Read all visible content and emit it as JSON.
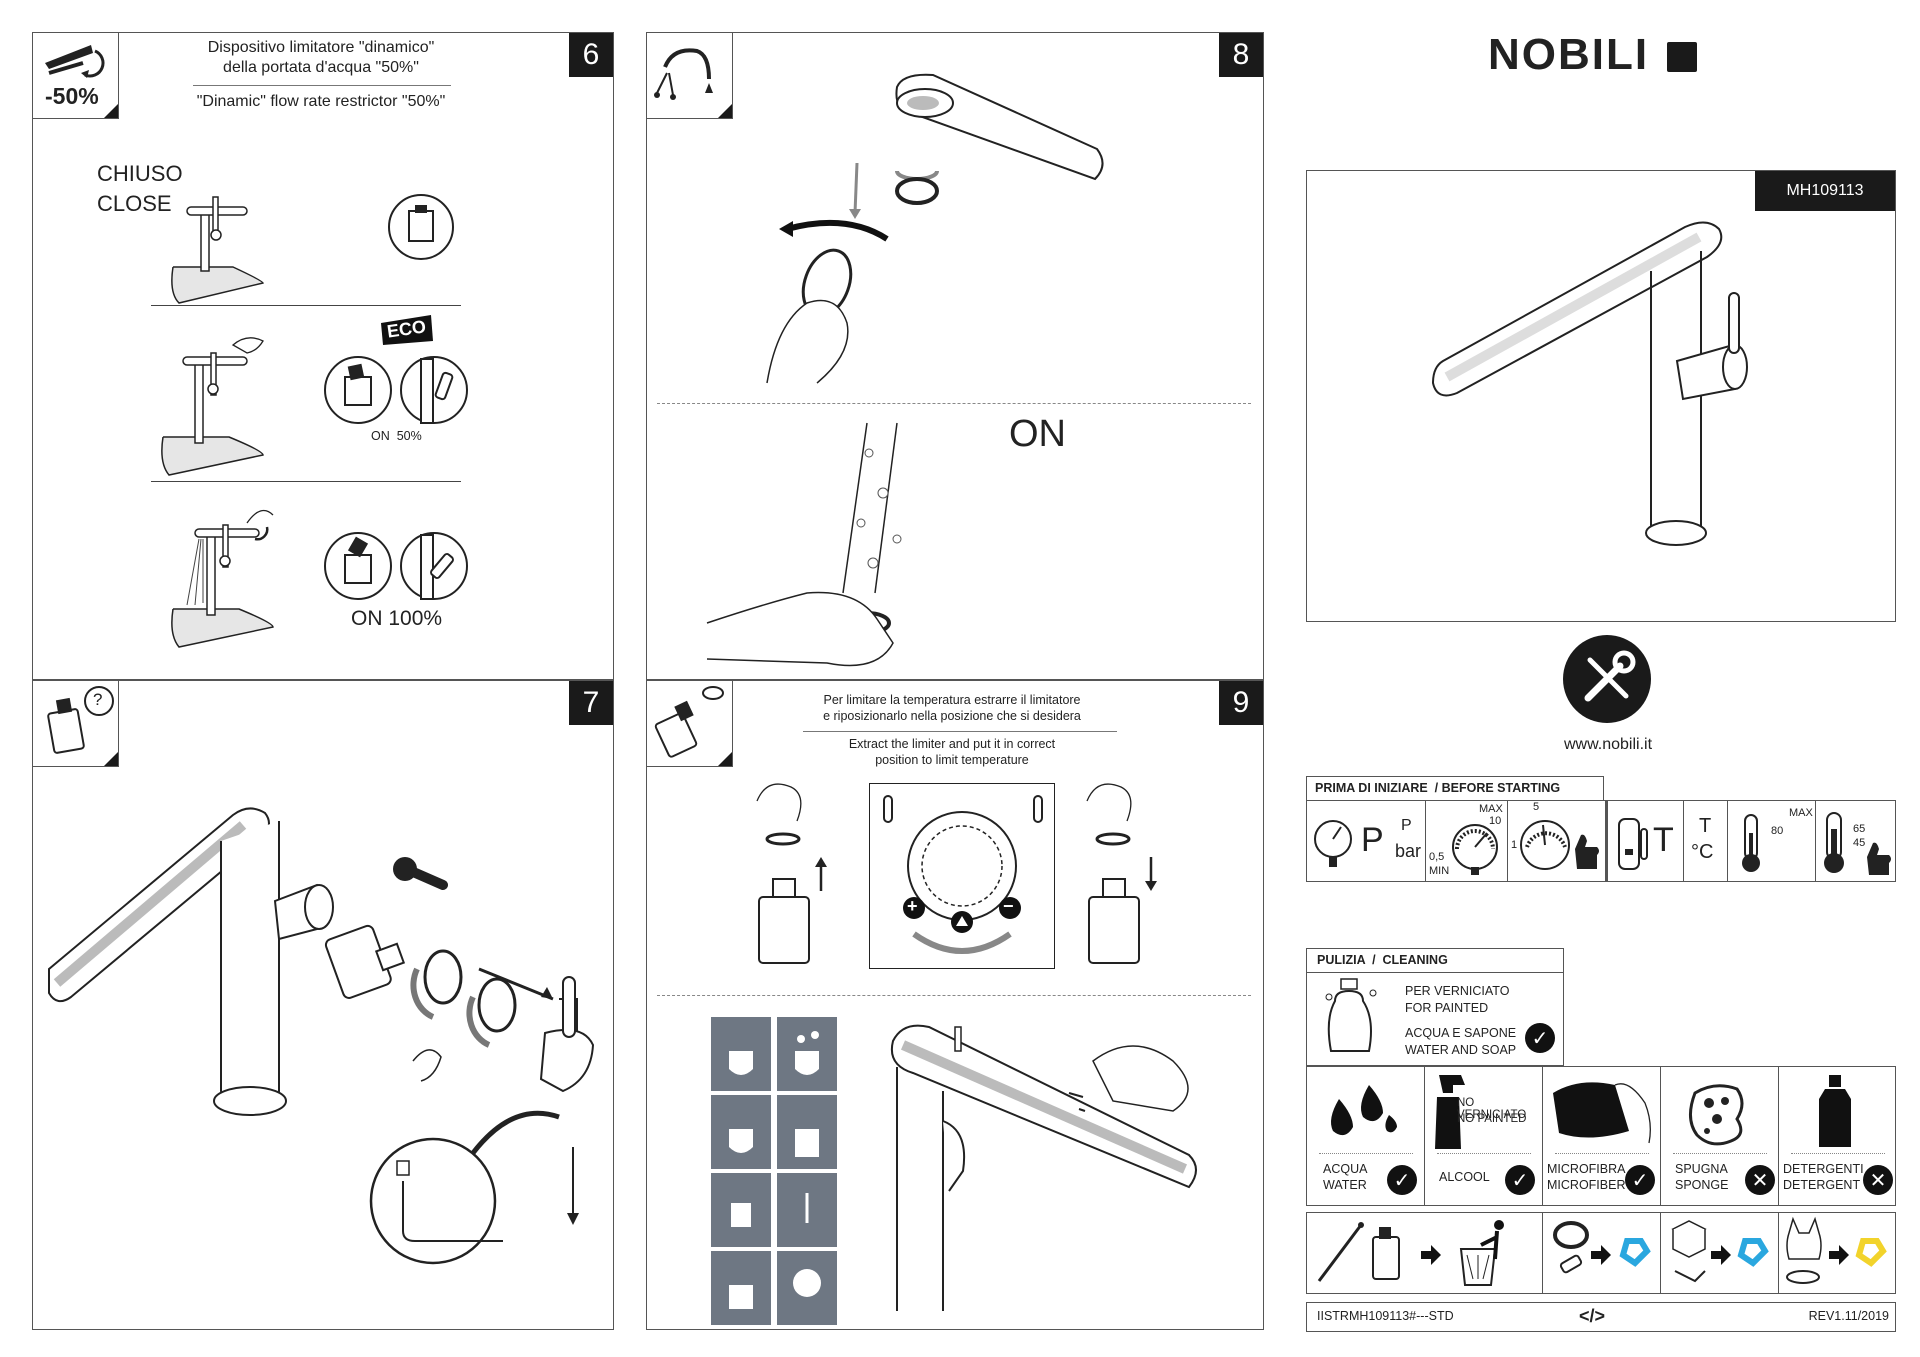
{
  "panel6": {
    "number": "6",
    "badge": "-50%",
    "title_it_1": "Dispositivo limitatore \"dinamico\"",
    "title_it_2": "della portata d'acqua \"50%\"",
    "title_en": "\"Dinamic\" flow rate restrictor \"50%\"",
    "closed_it": "CHIUSO",
    "closed_en": "CLOSE",
    "eco": "ECO",
    "on50": "ON  50%",
    "on100": "ON 100%"
  },
  "panel7": {
    "number": "7",
    "question": "?"
  },
  "panel8": {
    "number": "8",
    "on_label": "ON"
  },
  "panel9": {
    "number": "9",
    "it_1": "Per limitare la temperatura estrarre il limitatore",
    "it_2": "e riposizionarlo nella posizione che si desidera",
    "en_1": "Extract the limiter and put it in correct",
    "en_2": "position to limit temperature",
    "plus": "+",
    "minus": "−"
  },
  "brand": {
    "logo": "NOBILI",
    "model": "MH109113",
    "website": "www.nobili.it"
  },
  "before_starting": {
    "title": "PRIMA DI INIZIARE  / BEFORE STARTING",
    "p": "P",
    "p_unit_top": "P",
    "p_unit": "bar",
    "gauge1_max": "MAX",
    "gauge1_max_val": "10",
    "gauge1_min_val": "0,5",
    "gauge1_min": "MIN",
    "gauge2_top": "5",
    "gauge2_left": "1",
    "t": "T",
    "t_unit_top": "T",
    "t_unit": "°C",
    "thermo_max": "MAX",
    "thermo_max_val": "80",
    "thermo_a": "65",
    "thermo_b": "45"
  },
  "cleaning": {
    "title": "PULIZIA  /  CLEANING",
    "painted_it": "PER VERNICIATO",
    "painted_en": "FOR PAINTED",
    "soap_it": "ACQUA E SAPONE",
    "soap_en": "WATER AND SOAP",
    "items": [
      {
        "it": "ACQUA",
        "en": "WATER",
        "ok": true
      },
      {
        "it": "ALCOOL",
        "en": "",
        "ok": true,
        "note_it": "NO VERNICIATO",
        "note_en": "NO PAINTED"
      },
      {
        "it": "MICROFIBRA",
        "en": "MICROFIBER",
        "ok": true
      },
      {
        "it": "SPUGNA",
        "en": "SPONGE",
        "ok": false
      },
      {
        "it": "DETERGENTI",
        "en": "DETERGENT",
        "ok": false
      }
    ]
  },
  "footer": {
    "code": "IISTRMH109113#---STD",
    "symbol": "</>",
    "rev": "REV1.11/2019"
  },
  "colors": {
    "ink": "#1a1a1a",
    "tile": "#6e7783",
    "recycle_blue": "#2aa7df",
    "recycle_yellow": "#f2d32b"
  }
}
